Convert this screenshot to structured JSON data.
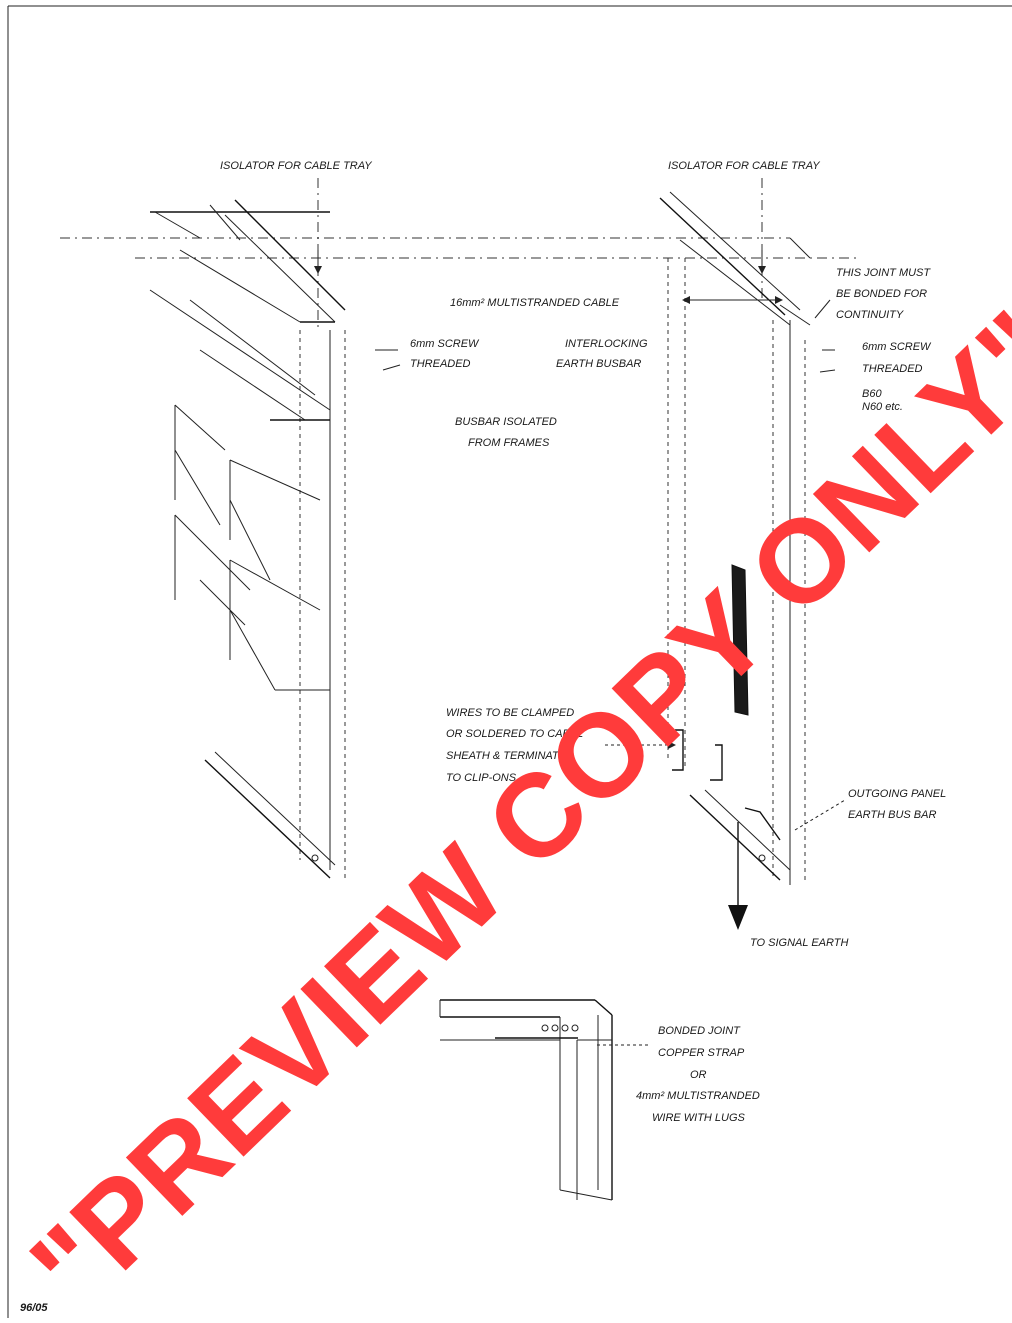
{
  "labels": {
    "isolator_left": "ISOLATOR FOR CABLE TRAY",
    "isolator_right": "ISOLATOR FOR CABLE TRAY",
    "joint_bonded_1": "THIS JOINT MUST",
    "joint_bonded_2": "BE BONDED FOR",
    "joint_bonded_3": "CONTINUITY",
    "cable_16mm": "16mm² MULTISTRANDED CABLE",
    "screw_left_1": "6mm SCREW",
    "screw_left_2": "THREADED",
    "busbar_interlock_1": "INTERLOCKING",
    "busbar_interlock_2": "EARTH BUSBAR",
    "screw_right_1": "6mm SCREW",
    "screw_right_2": "THREADED",
    "b60": "B60",
    "n60": "N60 etc.",
    "busbar_isolated_1": "BUSBAR ISOLATED",
    "busbar_isolated_2": "FROM FRAMES",
    "wires_1": "WIRES TO BE CLAMPED",
    "wires_2": "OR SOLDERED TO CABLE",
    "wires_3": "SHEATH & TERMINATED",
    "wires_4": "TO CLIP-ONS",
    "outgoing_1": "OUTGOING PANEL",
    "outgoing_2": "EARTH BUS BAR",
    "signal_earth": "TO SIGNAL EARTH",
    "bonded_1": "BONDED JOINT",
    "bonded_2": "COPPER STRAP",
    "bonded_3": "OR",
    "bonded_4": "4mm² MULTISTRANDED",
    "bonded_5": "WIRE WITH LUGS",
    "page_number": "96/05"
  },
  "watermark": {
    "text": "\"PREVIEW COPY ONLY\"",
    "color": "#ff3b3b"
  }
}
